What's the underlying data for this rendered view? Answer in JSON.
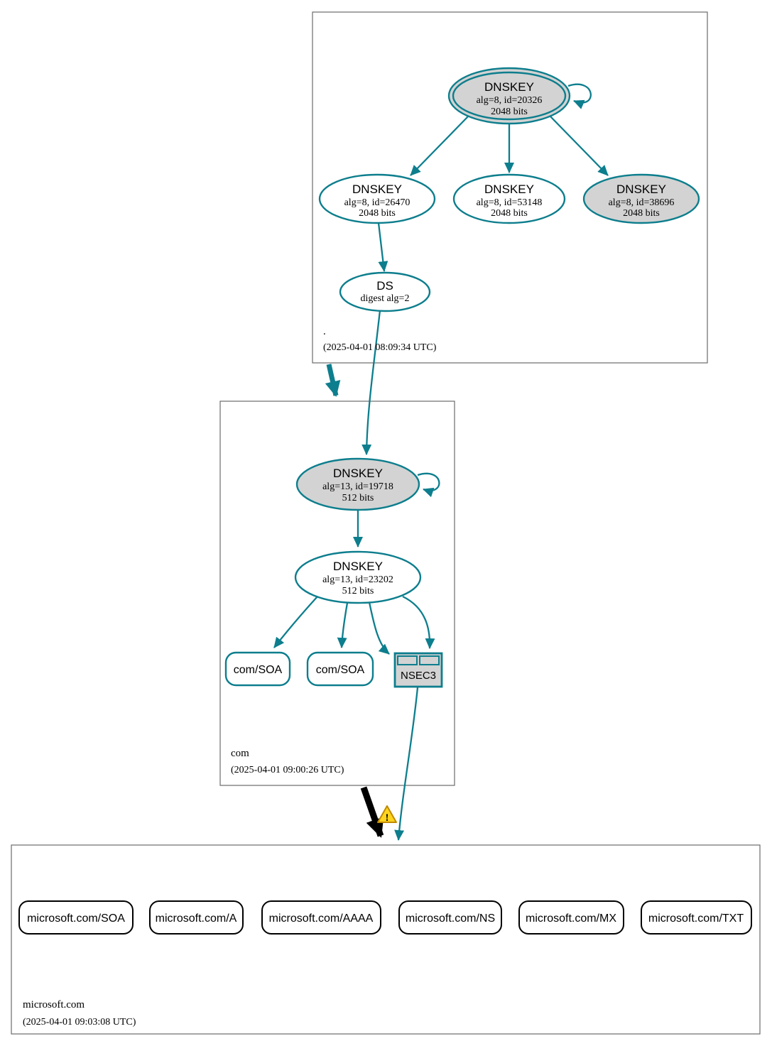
{
  "diagram_type": "dnssec-authentication-chain",
  "colors": {
    "secure_teal": "#0d7e8d",
    "insecure_black": "#000000",
    "key_fill_gray": "#d3d3d3",
    "node_fill_white": "#ffffff",
    "zone_box_border": "#6b6b6b",
    "warning_fill": "#ffd41f",
    "warning_border": "#c08a00"
  },
  "zones": {
    "root": {
      "label": ".",
      "timestamp": "(2025-04-01 08:09:34 UTC)",
      "ksk": {
        "title": "DNSKEY",
        "detail": "alg=8, id=20326",
        "size": "2048 bits"
      },
      "zsk1": {
        "title": "DNSKEY",
        "detail": "alg=8, id=26470",
        "size": "2048 bits"
      },
      "zsk2": {
        "title": "DNSKEY",
        "detail": "alg=8, id=53148",
        "size": "2048 bits"
      },
      "zsk3": {
        "title": "DNSKEY",
        "detail": "alg=8, id=38696",
        "size": "2048 bits"
      },
      "ds": {
        "title": "DS",
        "detail": "digest alg=2"
      }
    },
    "com": {
      "label": "com",
      "timestamp": "(2025-04-01 09:00:26 UTC)",
      "ksk": {
        "title": "DNSKEY",
        "detail": "alg=13, id=19718",
        "size": "512 bits"
      },
      "zsk": {
        "title": "DNSKEY",
        "detail": "alg=13, id=23202",
        "size": "512 bits"
      },
      "soa1": {
        "label": "com/SOA"
      },
      "soa2": {
        "label": "com/SOA"
      },
      "nsec3": {
        "label": "NSEC3"
      }
    },
    "microsoft": {
      "label": "microsoft.com",
      "timestamp": "(2025-04-01 09:03:08 UTC)",
      "rrsets": [
        "microsoft.com/SOA",
        "microsoft.com/A",
        "microsoft.com/AAAA",
        "microsoft.com/NS",
        "microsoft.com/MX",
        "microsoft.com/TXT"
      ]
    }
  },
  "warning": {
    "glyph": "!"
  }
}
